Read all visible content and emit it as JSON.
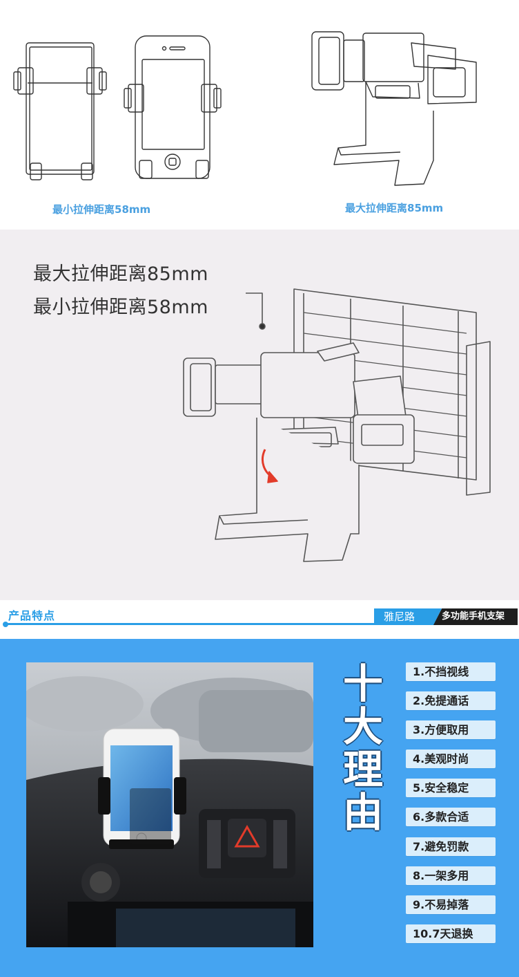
{
  "top_panel": {
    "min_caption": "最小拉伸距离58mm",
    "max_caption": "最大拉伸距离85mm"
  },
  "spec_panel": {
    "max_text": "最大拉伸距离85mm",
    "min_text": "最小拉伸距离58mm"
  },
  "features_header": {
    "title": "产品特点",
    "brand": "雅尼路",
    "product": "多功能手机支架"
  },
  "reasons_panel": {
    "title_chars": [
      "十",
      "大",
      "理",
      "由"
    ],
    "reasons": [
      "1.不挡视线",
      "2.免提通话",
      "3.方便取用",
      "4.美观时尚",
      "5.安全稳定",
      "6.多款合适",
      "7.避免罚款",
      "8.一架多用",
      "9.不易掉落",
      "10.7天退换"
    ]
  },
  "colors": {
    "accent_blue": "#2a9ee6",
    "panel_blue": "#45a4f1",
    "caption_blue": "#4aa0e0",
    "reason_bg": "#dbeefb"
  }
}
